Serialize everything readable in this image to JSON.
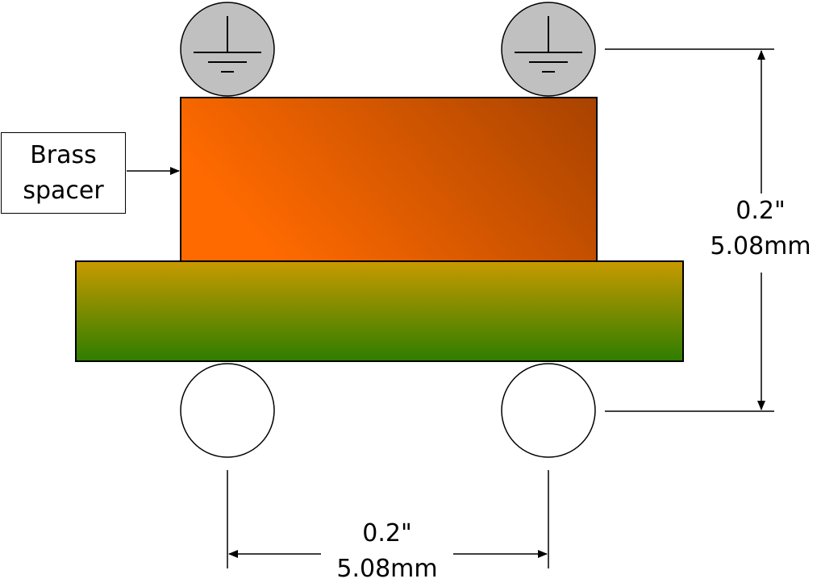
{
  "callout": {
    "line1": "Brass",
    "line2": "spacer"
  },
  "dimension_vertical": {
    "inches": "0.2\"",
    "mm": "5.08mm"
  },
  "dimension_horizontal": {
    "inches": "0.2\"",
    "mm": "5.08mm"
  },
  "colors": {
    "spacer_left": "#ff6a00",
    "spacer_right": "#a84300",
    "board_top": "#c89a00",
    "board_bottom": "#2e7d00",
    "ground_contact_fill": "#c0c0c0",
    "contact_fill": "#ffffff",
    "stroke": "#000000"
  },
  "icons": {
    "top_contacts": "ground-symbol-icon",
    "bottom_contacts": "circle-icon"
  }
}
